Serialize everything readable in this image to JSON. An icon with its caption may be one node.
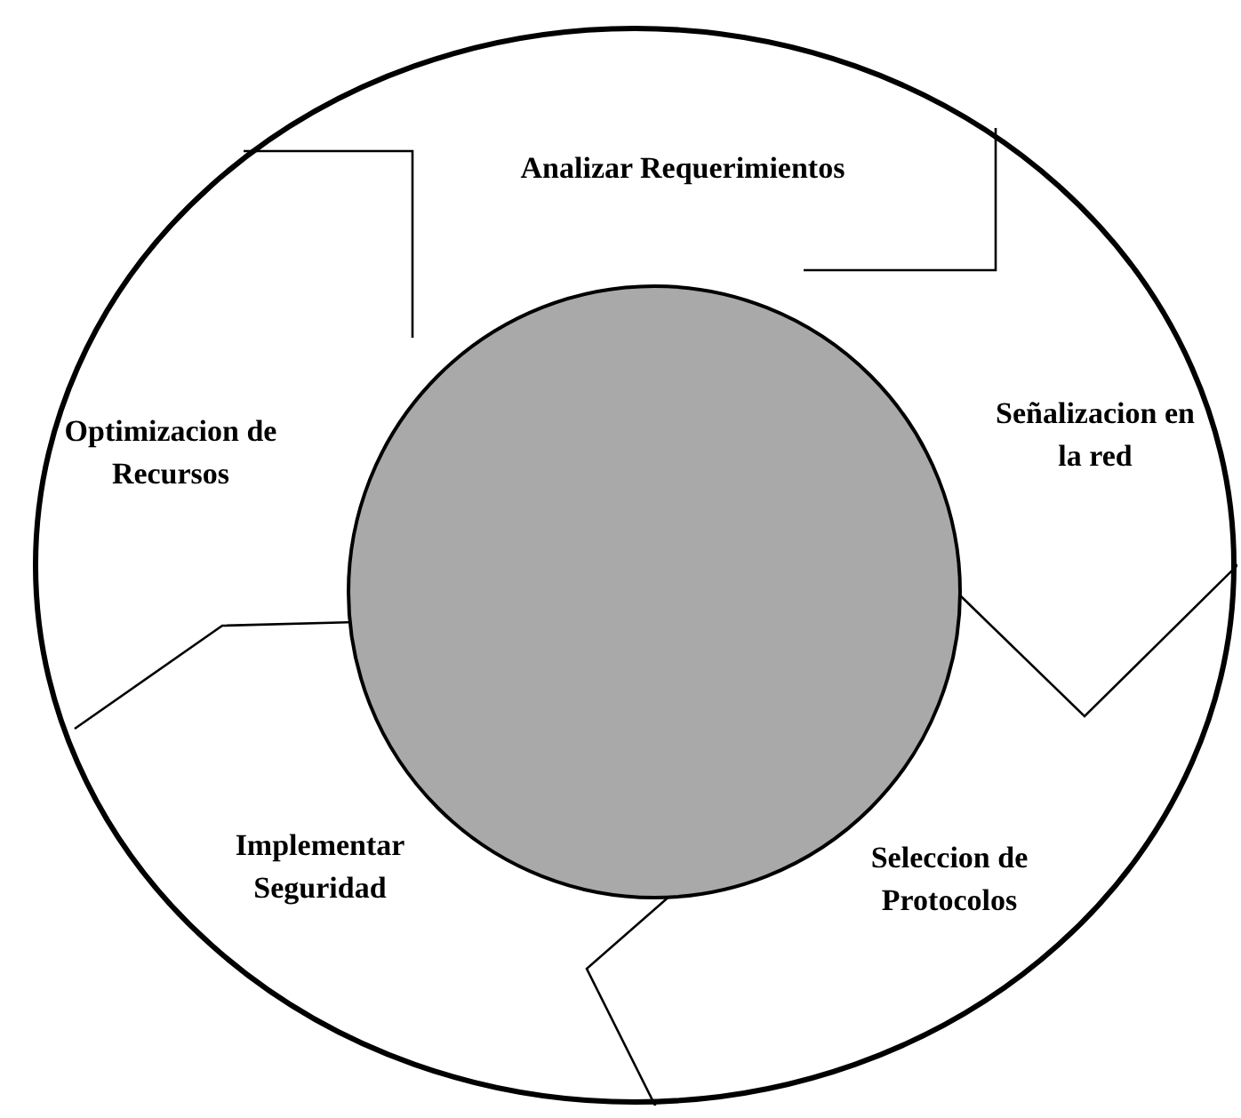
{
  "diagram": {
    "nodes": [
      {
        "text": [],
        "shape": "circle"
      },
      {
        "text": [
          "Analizar Requerimientos"
        ],
        "in": 0
      },
      {
        "text": [
          "Señalizacion en la red"
        ],
        "in": 0
      },
      {
        "text": [
          "Seleccion de Protocolos"
        ],
        "in": 0
      },
      {
        "text": [
          "Implementar Seguridad"
        ],
        "in": 0
      },
      {
        "text": [
          "Optimizacion de Recursos"
        ],
        "in": 0
      },
      {
        "text": [],
        "shape": "circle",
        "in": 0
      }
    ]
  }
}
